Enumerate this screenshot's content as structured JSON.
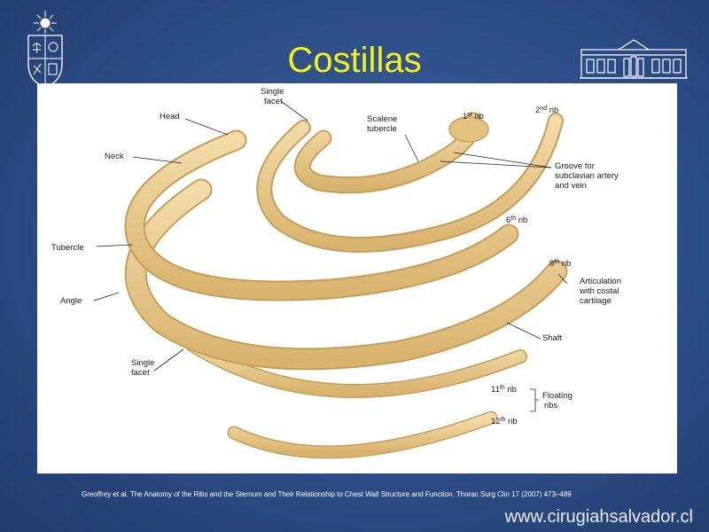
{
  "slide": {
    "title": "Costillas",
    "citation": "Greoffrey et al. The Anatomy of the Ribs and the Sternum and Their Relationship to Chest  Wall Structure and Function. Thorac Surg Clin 17 (2007) 473–489",
    "website": "www.cirugiahsalvador.cl",
    "background_color": "#2c4d86",
    "title_color": "#f6f01a",
    "bone_color": "#e8c98e"
  },
  "logos": {
    "left_icon": "university-seal-icon",
    "right_icon": "hospital-building-icon"
  },
  "figure": {
    "labels": {
      "head": "Head",
      "neck": "Neck",
      "tubercle": "Tubercle",
      "angle": "Angle",
      "single_facet_top_1": "Single",
      "single_facet_top_2": "facet",
      "single_facet_low_1": "Single",
      "single_facet_low_2": "facet",
      "scalene_1": "Scalene",
      "scalene_2": "tubercle",
      "groove_1": "Groove for",
      "groove_2": "subclavian artery",
      "groove_3": "and vein",
      "articulation_1": "Articulation",
      "articulation_2": "with costal",
      "articulation_3": "cartilage",
      "shaft": "Shaft",
      "floating_1": "Floating",
      "floating_2": "ribs"
    },
    "ribs": [
      {
        "num": "1",
        "sup": "st",
        "suffix": " rib"
      },
      {
        "num": "2",
        "sup": "nd",
        "suffix": " rib"
      },
      {
        "num": "6",
        "sup": "th",
        "suffix": " rib"
      },
      {
        "num": "8",
        "sup": "th",
        "suffix": " rib"
      },
      {
        "num": "11",
        "sup": "th",
        "suffix": " rib"
      },
      {
        "num": "12",
        "sup": "th",
        "suffix": " rib"
      }
    ]
  }
}
